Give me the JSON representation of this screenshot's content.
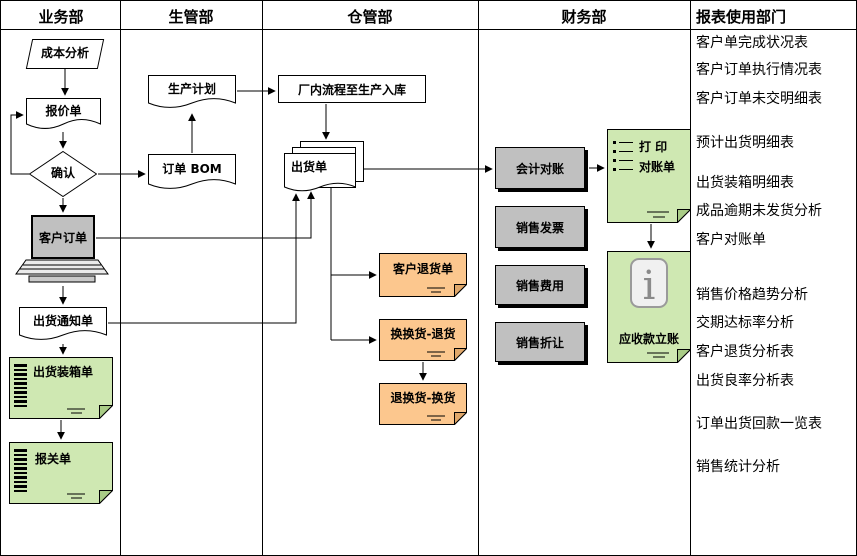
{
  "header": {
    "lanes": [
      "业务部",
      "生管部",
      "仓管部",
      "财务部",
      "报表使用部门"
    ]
  },
  "nodes": {
    "cost_analysis": "成本分析",
    "quotation": "报价单",
    "confirm": "确认",
    "order_bom": "订单 BOM",
    "production_plan": "生产计划",
    "customer_order": "客户订单",
    "shipping_notice": "出货通知单",
    "packing_list": "出货装箱单",
    "customs_declaration": "报关单",
    "factory_process": "厂内流程至生产入库",
    "shipping_order": "出货单",
    "customer_return": "客户退货单",
    "exchange_return": "换换货-退货",
    "return_exchange": "退换货-换货",
    "accounting_reconciliation": "会计对账",
    "sales_invoice": "销售发票",
    "sales_expense": "销售费用",
    "sales_allowance": "销售折让",
    "print_statement_line1": "打 印",
    "print_statement_line2": "对账单",
    "receivable_posting": "应收款立账"
  },
  "icons": {
    "info_glyph": "i"
  },
  "reports": [
    "客户单完成状况表",
    "客户订单执行情况表",
    "客户订单未交明细表",
    "预计出货明细表",
    "出货装箱明细表",
    "成品逾期未发货分析",
    "客户对账单",
    "销售价格趋势分析",
    "交期达标率分析",
    "客户退货分析表",
    "出货良率分析表",
    "订单出货回款一览表",
    "销售统计分析"
  ],
  "colors": {
    "note_green": "#cfe8b2",
    "note_orange": "#fcc78e",
    "box_gray": "#c0c0c0",
    "border": "#000000"
  }
}
